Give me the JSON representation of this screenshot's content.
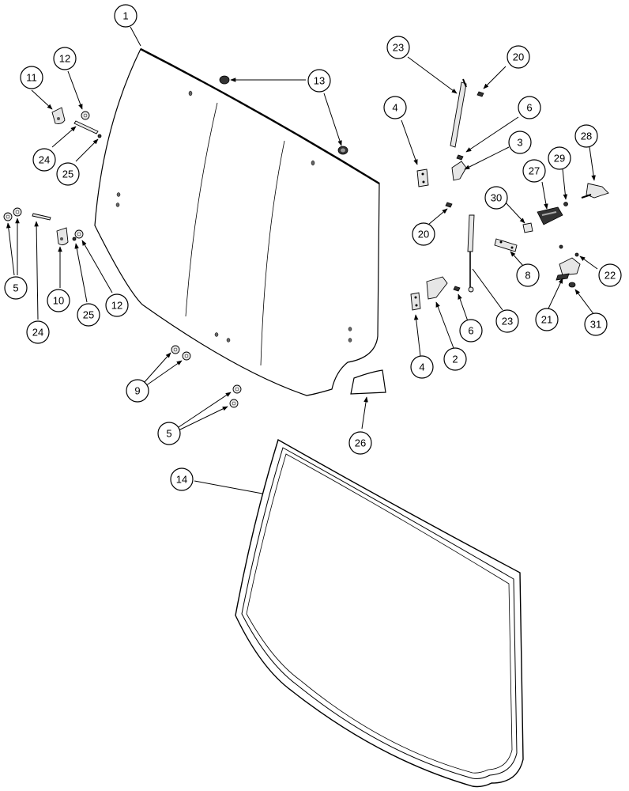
{
  "callouts": {
    "c1": "1",
    "c2": "2",
    "c3": "3",
    "c4a": "4",
    "c4b": "4",
    "c5a": "5",
    "c5b": "5",
    "c6a": "6",
    "c6b": "6",
    "c8": "8",
    "c9": "9",
    "c10": "10",
    "c11": "11",
    "c12a": "12",
    "c12b": "12",
    "c13": "13",
    "c14": "14",
    "c20a": "20",
    "c20b": "20",
    "c21": "21",
    "c22": "22",
    "c23a": "23",
    "c23b": "23",
    "c24a": "24",
    "c24b": "24",
    "c25a": "25",
    "c25b": "25",
    "c26": "26",
    "c27": "27",
    "c28": "28",
    "c29": "29",
    "c30": "30",
    "c31": "31"
  }
}
